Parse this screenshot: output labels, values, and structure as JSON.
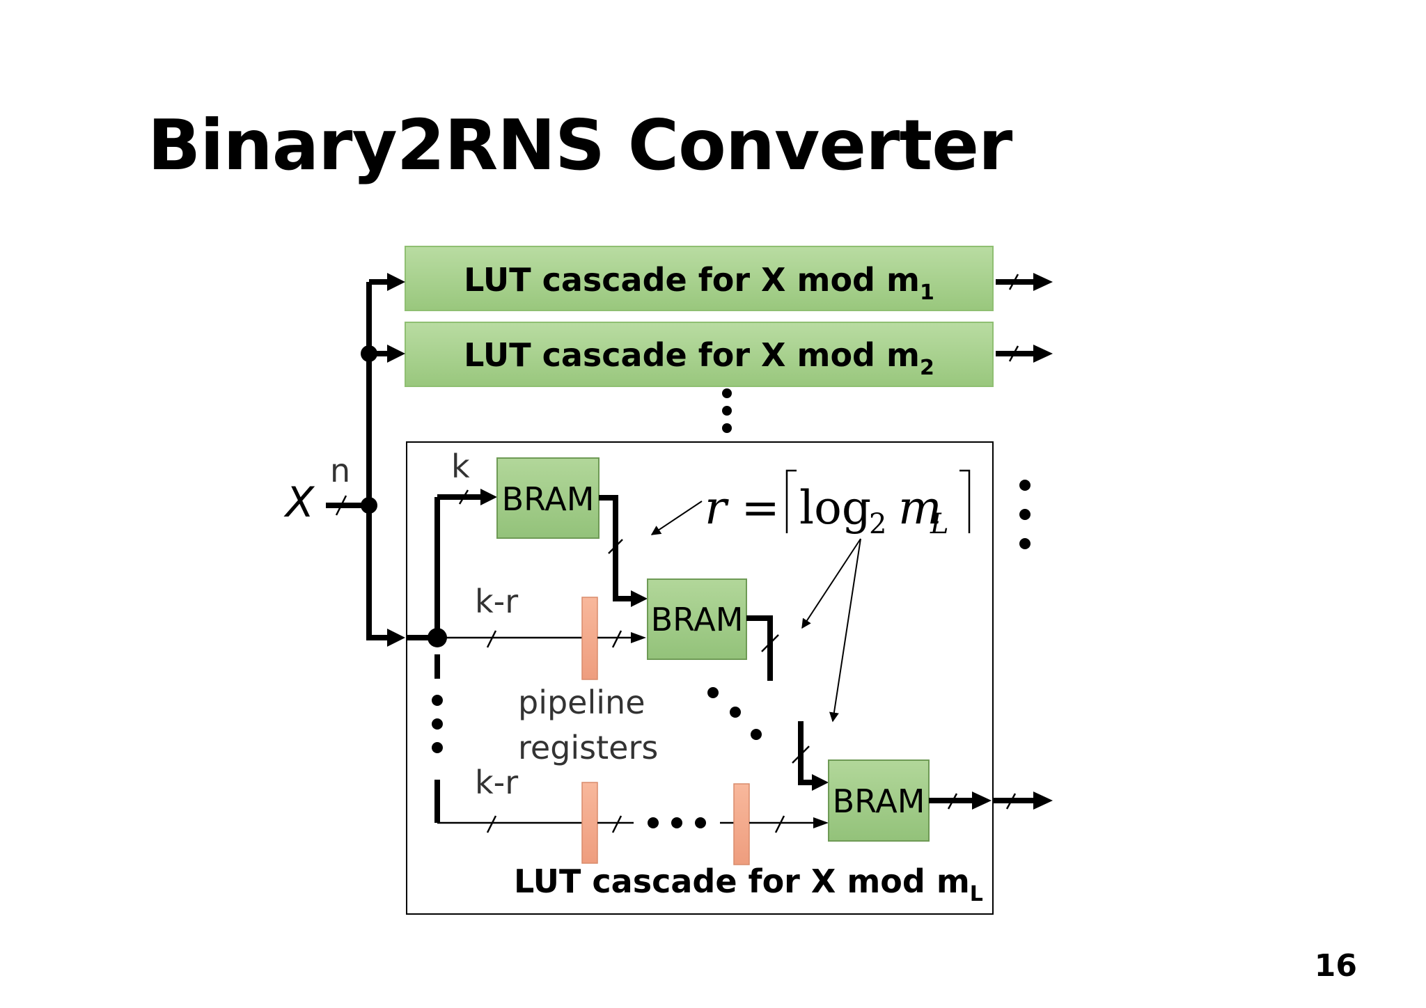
{
  "slide": {
    "title": "Binary2RNS Converter",
    "page_number": "16"
  },
  "diagram": {
    "input_label": "X",
    "input_width_label": "n",
    "cascades": [
      {
        "label": "LUT cascade for X mod m",
        "subscript": "1"
      },
      {
        "label": "LUT cascade for X mod m",
        "subscript": "2"
      }
    ],
    "last_cascade": {
      "label": "LUT cascade for X mod m",
      "subscript": "L"
    },
    "bram_label": "BRAM",
    "k_label": "k",
    "kr_label": "k-r",
    "pipeline_label_line1": "pipeline",
    "pipeline_label_line2": "registers",
    "formula": {
      "prefix": "r =",
      "log": "log",
      "base": "2",
      "var": "m",
      "var_sub": "L"
    },
    "colors": {
      "lut_box_fill": "#a6cf8c",
      "bram_fill": "#9fcb85",
      "register_fill": "#f4a98a"
    }
  }
}
